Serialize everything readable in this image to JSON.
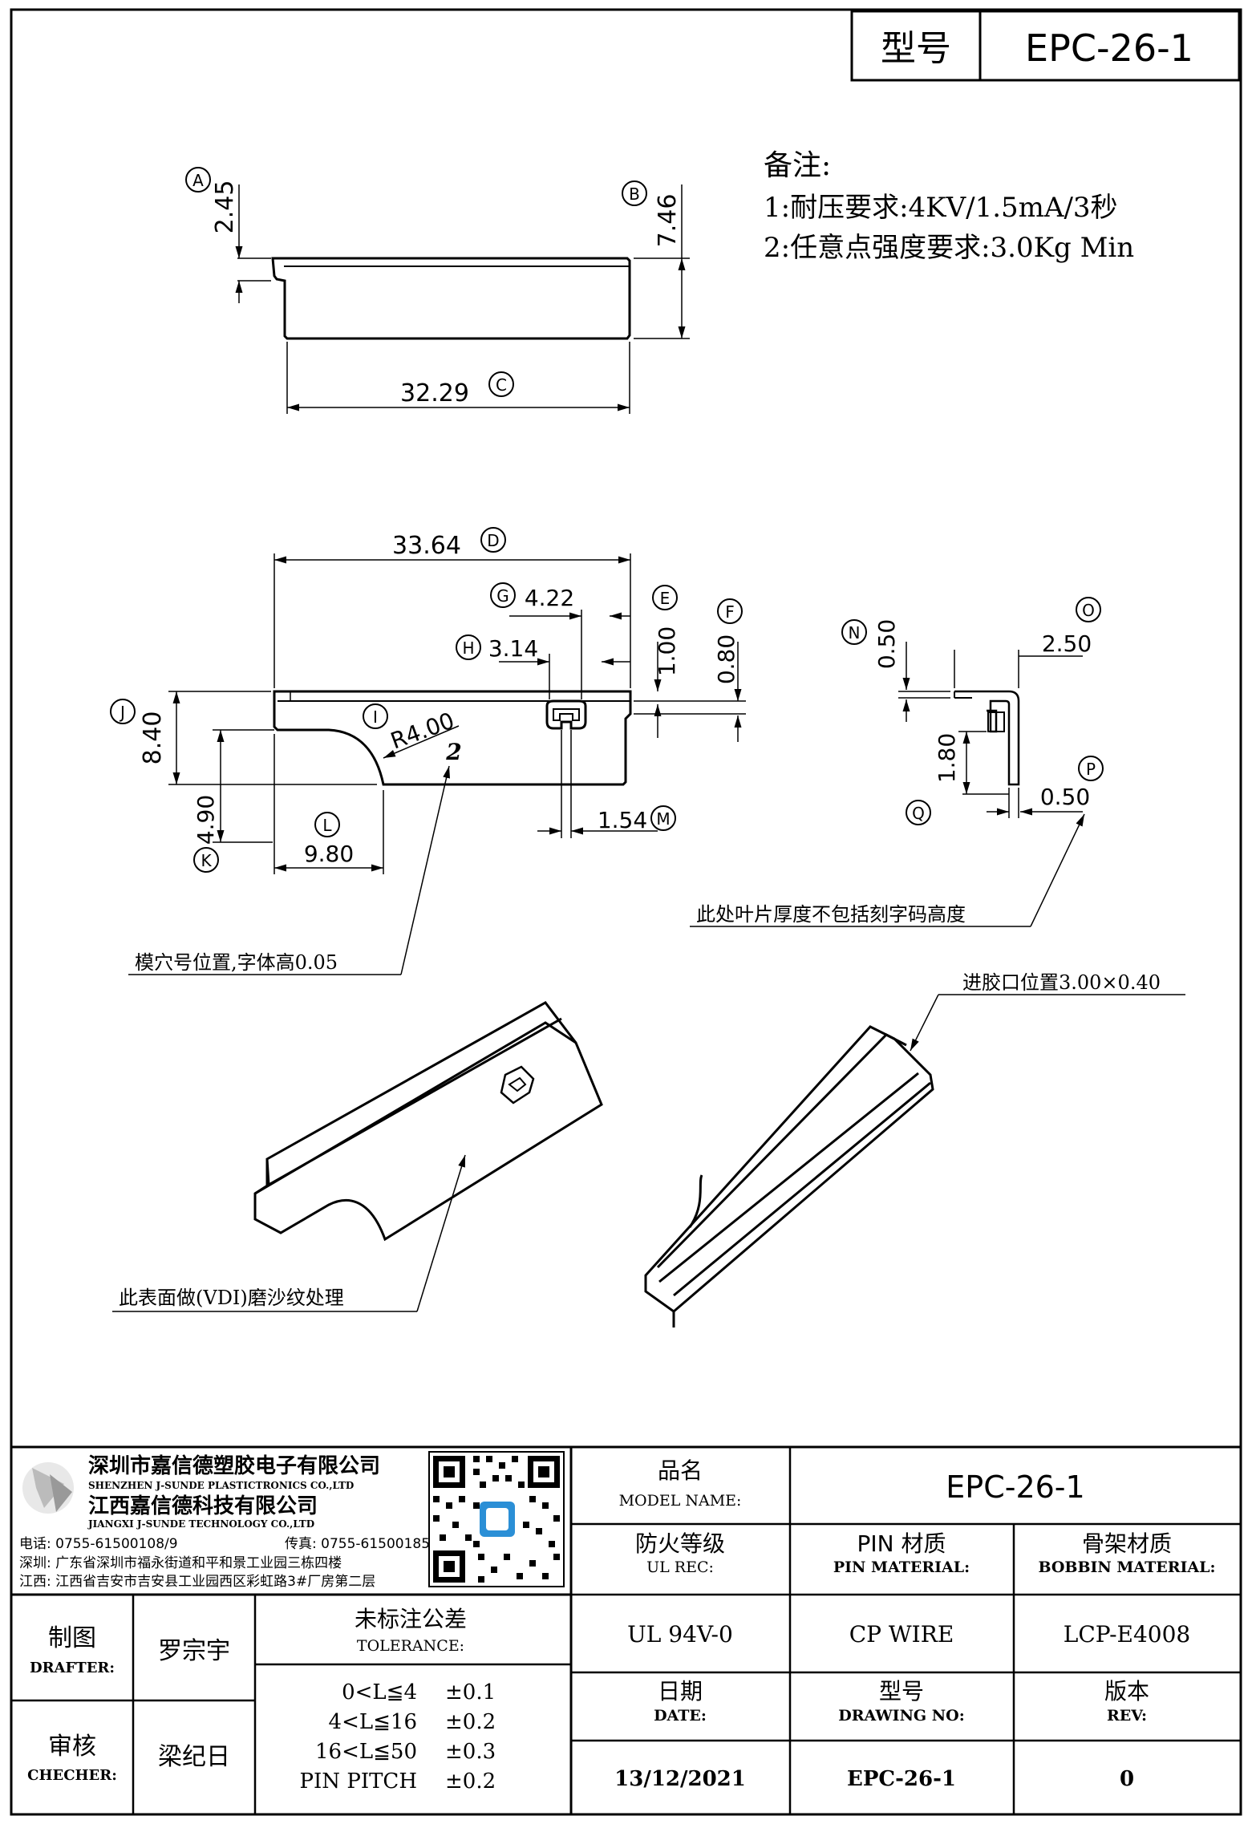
{
  "title_block_top": {
    "label": "型号",
    "value": "EPC-26-1"
  },
  "notes": {
    "heading": "备注:",
    "items": [
      "1:耐压要求:4KV/1.5mA/3秒",
      "2:任意点强度要求:3.0Kg Min"
    ]
  },
  "dimensions": {
    "A": {
      "letter": "A",
      "value": "2.45"
    },
    "B": {
      "letter": "B",
      "value": "7.46"
    },
    "C": {
      "letter": "C",
      "value": "32.29"
    },
    "D": {
      "letter": "D",
      "value": "33.64"
    },
    "E": {
      "letter": "E",
      "value": "1.00"
    },
    "F": {
      "letter": "F",
      "value": "0.80"
    },
    "G": {
      "letter": "G",
      "value": "4.22"
    },
    "H": {
      "letter": "H",
      "value": "3.14"
    },
    "I": {
      "letter": "I",
      "value": "R4.00"
    },
    "J": {
      "letter": "J",
      "value": "8.40"
    },
    "K": {
      "letter": "K",
      "value": "4.90"
    },
    "L": {
      "letter": "L",
      "value": "9.80"
    },
    "M": {
      "letter": "M",
      "value": "1.54"
    },
    "N": {
      "letter": "N",
      "value": "0.50"
    },
    "O": {
      "letter": "O",
      "value": "2.50"
    },
    "P": {
      "letter": "P",
      "value": "0.50"
    },
    "Q": {
      "letter": "Q",
      "value": "1.80"
    }
  },
  "cavity_mark": "2",
  "annotations": {
    "cavity_note": "模穴号位置,字体高0.05",
    "blade_note": "此处叶片厚度不包括刻字码高度",
    "gate_note": "进胶口位置3.00×0.40",
    "surface_note": "此表面做(VDI)磨沙纹处理"
  },
  "company": {
    "name_cn_1": "深圳市嘉信德塑胶电子有限公司",
    "name_en_1": "SHENZHEN J-SUNDE PLASTICTRONICS CO.,LTD",
    "name_cn_2": "江西嘉信德科技有限公司",
    "name_en_2": "JIANGXI J-SUNDE TECHNOLOGY CO.,LTD",
    "phone": "电话: 0755-61500108/9",
    "fax": "传真: 0755-61500185",
    "addr_sz": "深圳: 广东省深圳市福永街道和平和景工业园三栋四楼",
    "addr_jx": "江西: 江西省吉安市吉安县工业园西区彩虹路3#厂房第二层"
  },
  "title_block": {
    "model_name_cn": "品名",
    "model_name_en": "MODEL NAME:",
    "model_name_value": "EPC-26-1",
    "ul_cn": "防火等级",
    "ul_en": "UL REC:",
    "ul_value": "UL 94V-0",
    "pin_cn": "PIN 材质",
    "pin_en": "PIN MATERIAL:",
    "pin_value": "CP WIRE",
    "bobbin_cn": "骨架材质",
    "bobbin_en": "BOBBIN MATERIAL:",
    "bobbin_value": "LCP-E4008",
    "date_cn": "日期",
    "date_en": "DATE:",
    "date_value": "13/12/2021",
    "drawing_cn": "型号",
    "drawing_en": "DRAWING NO:",
    "drawing_value": "EPC-26-1",
    "rev_cn": "版本",
    "rev_en": "REV:",
    "rev_value": "0",
    "drafter_cn": "制图",
    "drafter_en": "DRAFTER:",
    "drafter_name": "罗宗宇",
    "checker_cn": "审核",
    "checker_en": "CHECHER:",
    "checker_name": "梁纪日",
    "tolerance_cn": "未标注公差",
    "tolerance_en": "TOLERANCE:",
    "tolerances": [
      {
        "range": "0<L≦4",
        "value": "±0.1"
      },
      {
        "range": "4<L≦16",
        "value": "±0.2"
      },
      {
        "range": "16<L≦50",
        "value": "±0.3"
      },
      {
        "range": "PIN PITCH",
        "value": "±0.2"
      }
    ]
  }
}
